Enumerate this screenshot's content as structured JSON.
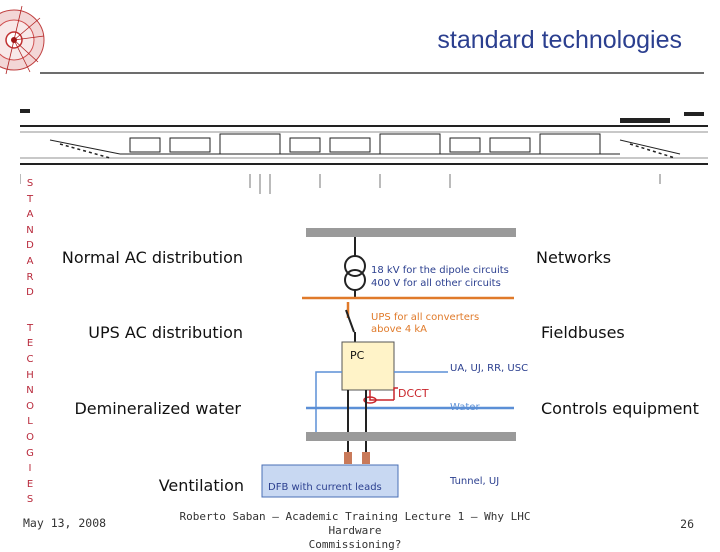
{
  "slide": {
    "title": "standard technologies",
    "side_label_1": [
      "S",
      "T",
      "A",
      "N",
      "D",
      "A",
      "R",
      "D"
    ],
    "side_label_2": [
      "T",
      "E",
      "C",
      "H",
      "N",
      "O",
      "L",
      "O",
      "G",
      "I",
      "E",
      "S"
    ]
  },
  "left_items": [
    "Normal AC distribution",
    "UPS AC distribution",
    "Demineralized water",
    "Ventilation"
  ],
  "right_items": [
    "Networks",
    "Fieldbuses",
    "Controls equipment"
  ],
  "diagram": {
    "transformer_label_1": "18 kV for the dipole circuits",
    "transformer_label_2": "400 V for all other circuits",
    "ups_label_1": "UPS for all converters",
    "ups_label_2": "above 4 kA",
    "pc_label": "PC",
    "areas_label": "UA, UJ, RR, USC",
    "dcct_label": "DCCT",
    "water_label": "Water",
    "dfb_label": "DFB with current leads",
    "tunnel_label": "Tunnel, UJ",
    "colors": {
      "ups": "#e07a2a",
      "dcct": "#c9252b",
      "water": "#5b8fd6",
      "dfb": "#4a6fb5",
      "text": "#2b3f8f"
    }
  },
  "footer": {
    "date": "May 13, 2008",
    "center_1": "Roberto Saban – Academic Training Lecture 1 – Why LHC Hardware",
    "center_2": "Commissioning?",
    "page": "26"
  }
}
